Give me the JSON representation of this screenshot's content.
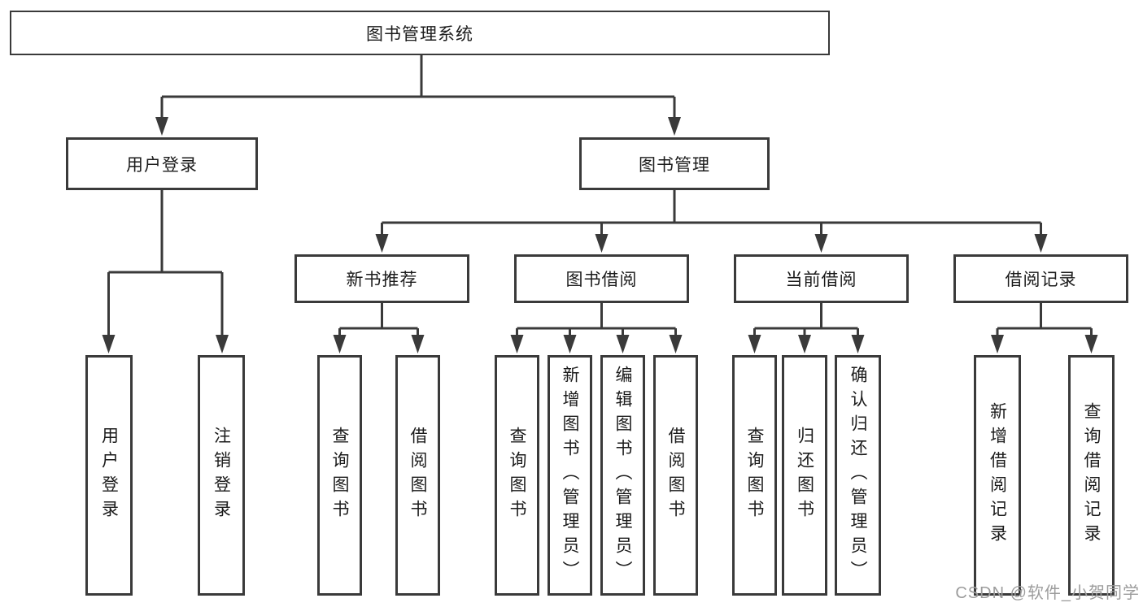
{
  "diagram": {
    "tree": {
      "root": "图书管理系统",
      "children": [
        {
          "label": "用户登录",
          "children": [
            "用户登录",
            "注销登录"
          ]
        },
        {
          "label": "图书管理",
          "children": [
            {
              "label": "新书推荐",
              "children": [
                "查询图书",
                "借阅图书"
              ]
            },
            {
              "label": "图书借阅",
              "children": [
                "查询图书",
                "新增图书（管理员）",
                "编辑图书（管理员）",
                "借阅图书"
              ]
            },
            {
              "label": "当前借阅",
              "children": [
                "查询图书",
                "归还图书",
                "确认归还（管理员）"
              ]
            },
            {
              "label": "借阅记录",
              "children": [
                "新增借阅记录",
                "查询借阅记录"
              ]
            }
          ]
        }
      ]
    },
    "colors": {
      "line": "#3a3a3a",
      "box_border": "#3a3a3a",
      "box_fill": "#ffffff",
      "text": "#1b1b1b",
      "background": "#ffffff"
    }
  },
  "watermark": {
    "text": "CSDN @软件_小贺同学",
    "color": "#9c9c9c"
  }
}
